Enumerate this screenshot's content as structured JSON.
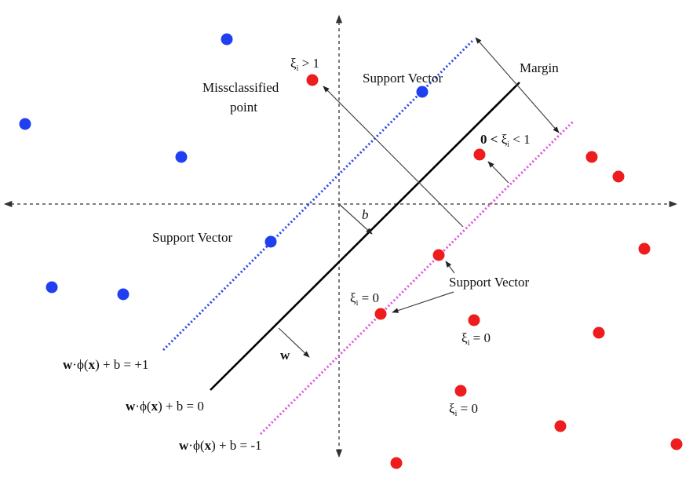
{
  "colors": {
    "class_a": "#1f3ff0",
    "class_b": "#ee1c1c",
    "hyperplane": "#000000",
    "margin_a": "#2447e8",
    "margin_b": "#e04ee0",
    "axis": "#333333",
    "arrow": "#444444"
  },
  "equations": {
    "plus": {
      "w": "w",
      "mid": "·ϕ(",
      "x": "x",
      "tail": ") + b = +1"
    },
    "zero": {
      "w": "w",
      "mid": "·ϕ(",
      "x": "x",
      "tail": ") + b = 0"
    },
    "minus": {
      "w": "w",
      "mid": "·ϕ(",
      "x": "x",
      "tail": ") + b = -1"
    }
  },
  "labels": {
    "margin": "Margin",
    "misclassified_line1": "Missclassified",
    "misclassified_line2": "point",
    "support_vector_top": "Support Vector",
    "support_vector_left": "Support Vector",
    "support_vector_right": "Support Vector",
    "xi": "ξ",
    "xi_sub": "i",
    "xi_gt_1": " > 1",
    "xi_zero_cond_left": "0 < ",
    "xi_zero_cond_right": " < 1",
    "xi_eq_0": " = 0",
    "bias": "b",
    "weight": "w"
  }
}
